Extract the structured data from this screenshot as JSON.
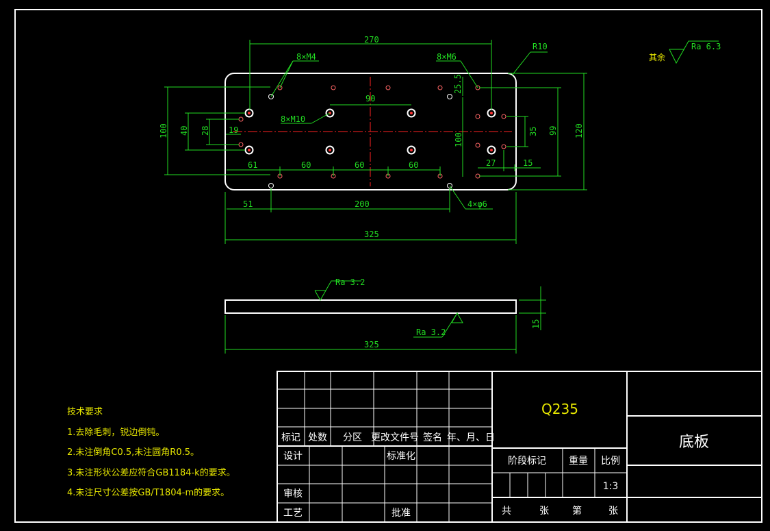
{
  "dims": {
    "d270": "270",
    "d8m4": "8×M4",
    "d8m6": "8×M6",
    "r10": "R10",
    "d255": "25.5",
    "d90": "90",
    "d8m10": "8×M10",
    "d100a": "100",
    "d40": "40",
    "d28": "28",
    "d19": "19",
    "d100b": "100",
    "d35": "35",
    "d99": "99",
    "d120": "120",
    "d61": "61",
    "d60a": "60",
    "d60b": "60",
    "d60c": "60",
    "d27": "27",
    "d15a": "15",
    "d4phi6": "4×φ6",
    "d51": "51",
    "d200": "200",
    "d325a": "325",
    "d15b": "15",
    "d325b": "325"
  },
  "roughness": {
    "rest_label": "其余",
    "rest_ra": "Ra 6.3",
    "top_ra": "Ra 3.2",
    "bottom_ra": "Ra 3.2"
  },
  "notes": {
    "title": "技术要求",
    "items": [
      "1.去除毛刺，锐边倒钝。",
      "2.未注倒角C0.5,未注圆角R0.5。",
      "3.未注形状公差应符合GB1184-k的要求。",
      "4.未注尺寸公差按GB/T1804-m的要求。"
    ]
  },
  "title_block": {
    "material": "Q235",
    "part_name": "底板",
    "rev_headers": [
      "标记",
      "处数",
      "分区",
      "更改文件号",
      "签名",
      "年、月、日"
    ],
    "design": "设计",
    "standardize": "标准化",
    "review": "审核",
    "process": "工艺",
    "approve": "批准",
    "stage_mark": "阶段标记",
    "weight": "重量",
    "scale_label": "比例",
    "scale_value": "1:3",
    "sheets_total": "共",
    "sheets_unit": "张",
    "sheet_no": "第",
    "sheet_unit2": "张"
  }
}
